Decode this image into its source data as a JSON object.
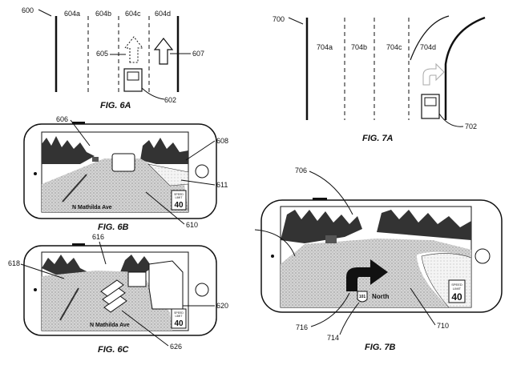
{
  "fig6a": {
    "ref": "600",
    "lanes": [
      "604a",
      "604b",
      "604c",
      "604d"
    ],
    "dashed_arrow_ref": "605",
    "solid_arrow_ref": "607",
    "vehicle_ref": "602",
    "caption": "FIG. 6A"
  },
  "fig6b": {
    "phone_ref": "606",
    "display_ref": "608",
    "road_ref": "611",
    "scene_ref": "610",
    "street_name": "N Mathilda Ave",
    "speed_sign": {
      "line1": "SPEED",
      "line2": "LIMIT",
      "value": "40"
    },
    "caption": "FIG. 6B"
  },
  "fig6c": {
    "phone_ref": "618",
    "arrow_ref": "616",
    "scene_ref": "620",
    "chevrons_ref": "626",
    "street_name": "N Mathilda Ave",
    "speed_sign": {
      "line1": "SPEED",
      "line2": "LIMIT",
      "value": "40"
    },
    "caption": "FIG. 6C"
  },
  "fig7a": {
    "ref": "700",
    "lanes": [
      "704a",
      "704b",
      "704c",
      "704d"
    ],
    "vehicle_ref": "702",
    "caption": "FIG. 7A"
  },
  "fig7b": {
    "scene_ref": "706",
    "road_ref": "710",
    "route_shield": "101",
    "direction": "North",
    "shield_ref": "714",
    "arrow_ref": "716",
    "speed_sign": {
      "line1": "SPEED",
      "line2": "LIMIT",
      "value": "40"
    },
    "caption": "FIG. 7B"
  }
}
